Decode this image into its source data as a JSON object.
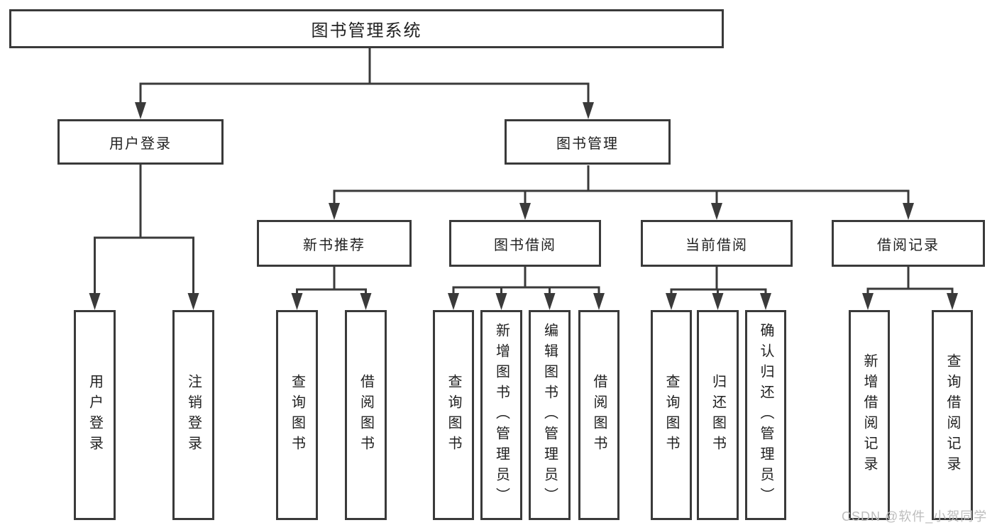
{
  "diagram": {
    "nodes": {
      "root": "图书管理系统",
      "user_login": "用户登录",
      "book_mgmt": "图书管理",
      "new_books": "新书推荐",
      "book_borrow": "图书借阅",
      "current_borrow": "当前借阅",
      "borrow_records": "借阅记录",
      "leaf_login": "用户登录",
      "leaf_logout": "注销登录",
      "leaf_nb_query": "查询图书",
      "leaf_nb_borrow": "借阅图书",
      "leaf_bb_query": "查询图书",
      "leaf_bb_add": "新增图书（管理员）",
      "leaf_bb_edit": "编辑图书（管理员）",
      "leaf_bb_borrow": "借阅图书",
      "leaf_cb_query": "查询图书",
      "leaf_cb_return": "归还图书",
      "leaf_cb_confirm": "确认归还（管理员）",
      "leaf_br_add": "新增借阅记录",
      "leaf_br_query": "查询借阅记录"
    },
    "watermark": "CSDN @软件_小贺同学",
    "colors": {
      "line": "#3a3a3a",
      "text": "#212121",
      "watermark": "#bdbdbd",
      "background": "#ffffff"
    }
  }
}
